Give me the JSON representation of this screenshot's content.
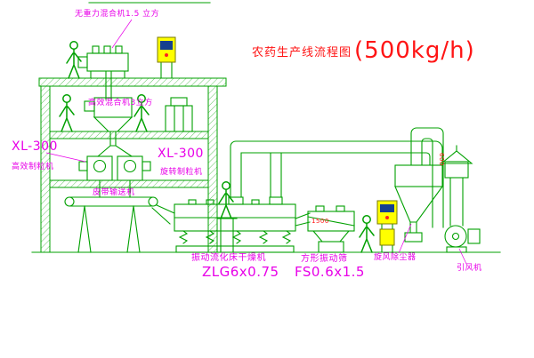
{
  "title": {
    "text": "农药生产线流程图",
    "capacity": "(500kg/h)"
  },
  "labels": {
    "roof_mixer": "无重力混合机1.5 立方",
    "mixer_level2": "高效混合机3立方",
    "granulator_left_model": "XL-300",
    "granulator_left_name": "高效制粒机",
    "granulator_mid_model": "XL-300",
    "granulator_mid_name": "旋转制粒机",
    "belt_conveyor": "皮带输送机",
    "dryer_name": "振动流化床干燥机",
    "dryer_model": "ZLG6x0.75",
    "screen_name": "方形振动筛",
    "screen_model": "FS0.6x1.5",
    "cyclone_name": "旋风除尘器",
    "fan_name": "引风机",
    "dim_screen": "1500",
    "dim_duct": "600"
  },
  "colors": {
    "line_green": "#00a000",
    "label_magenta": "#e800e8",
    "title_red": "#ff1515",
    "cabinet_yellow": "#ffff00",
    "cabinet_window_blue": "#163f8f",
    "indicator_red": "#ff2020"
  }
}
